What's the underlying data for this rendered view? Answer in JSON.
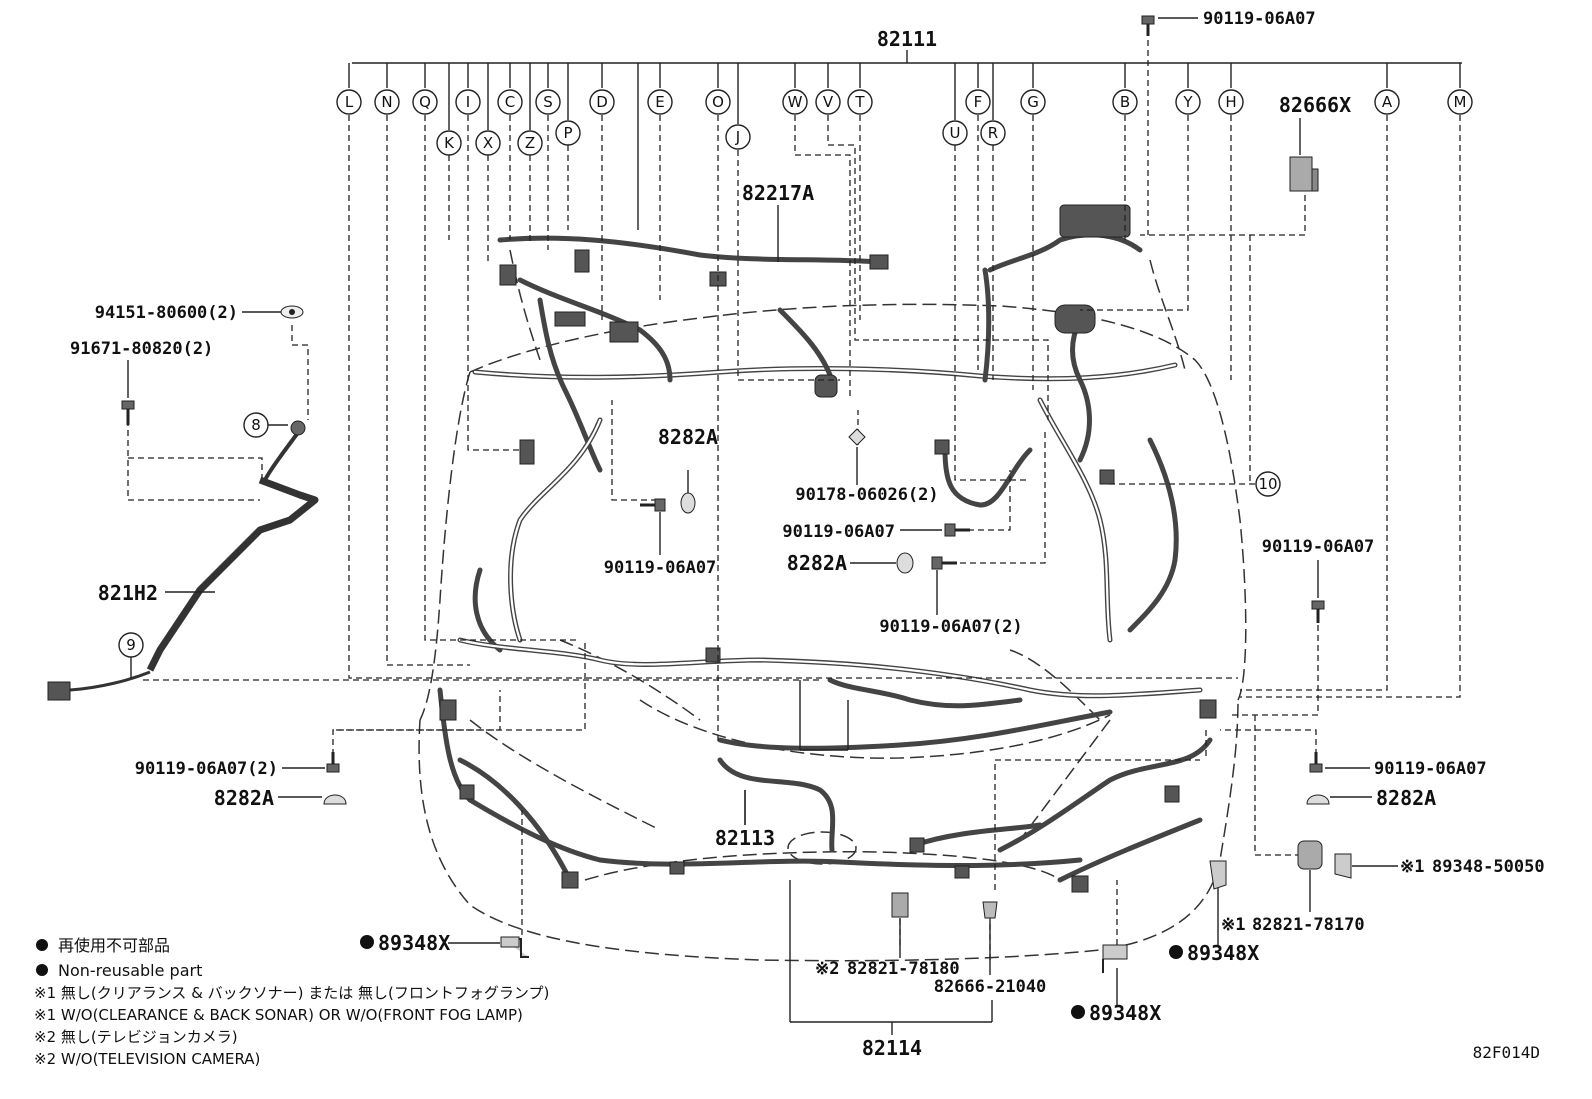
{
  "diagram_code": "82F014D",
  "main_parts": {
    "harness_engine_room": "82111",
    "harness_82113": "82113",
    "harness_82114": "82114",
    "wire_82217A": "82217A",
    "wire_821H2": "821H2",
    "block_82666X": "82666X"
  },
  "fasteners": {
    "bolt_top": "90119-06A07",
    "nut_94151": "94151-80600(2)",
    "bolt_91671": "91671-80820(2)",
    "clip_8282A_center": "8282A",
    "bolt_center": "90119-06A07",
    "clip_90178": "90178-06026(2)",
    "bolt_center2": "90119-06A07",
    "clip_8282A_center2": "8282A",
    "bolt_center3": "90119-06A07(2)",
    "bolt_right": "90119-06A07",
    "bolt_left_lower": "90119-06A07(2)",
    "clip_left_lower": "8282A",
    "bolt_right_lower": "90119-06A07",
    "clip_right_lower": "8282A",
    "bracket_left": "89348X",
    "bracket_right_upper": "89348X",
    "bracket_right_lower": "89348X",
    "sensor_82821_78170": "82821-78170",
    "sensor_89348_50050": "89348-50050",
    "sensor_82821_78180": "82821-78180",
    "clip_82666_21040": "82666-21040",
    "mark_1": "※1",
    "mark_1b": "※1",
    "mark_2": "※2"
  },
  "callouts_top": [
    "L",
    "N",
    "Q",
    "I",
    "C",
    "S",
    "D",
    "E",
    "O",
    "W",
    "V",
    "T",
    "F",
    "G",
    "B",
    "Y",
    "H",
    "A",
    "M"
  ],
  "callouts_mid": [
    "K",
    "X",
    "Z",
    "P",
    "J",
    "U",
    "R"
  ],
  "numbered_callouts": [
    "8",
    "9",
    "10"
  ],
  "legend": {
    "bullet_jp": "再使用不可部品",
    "bullet_en": "Non-reusable part",
    "note1_jp": "※1 無し(クリアランス & バックソナー) または 無し(フロントフォグランプ)",
    "note1_en": "※1 W/O(CLEARANCE & BACK SONAR) OR W/O(FRONT FOG LAMP)",
    "note2_jp": "※2 無し(テレビジョンカメラ)",
    "note2_en": "※2 W/O(TELEVISION CAMERA)"
  }
}
